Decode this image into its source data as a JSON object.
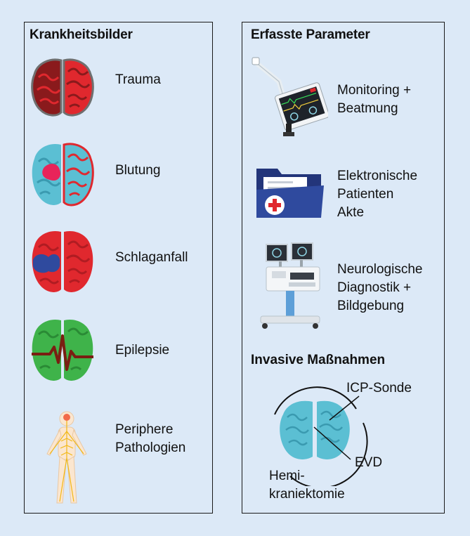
{
  "left_panel": {
    "title": "Krankheitsbilder",
    "items": [
      {
        "label": "Trauma",
        "icon": "brain-trauma-icon"
      },
      {
        "label": "Blutung",
        "icon": "brain-bleeding-icon"
      },
      {
        "label": "Schlaganfall",
        "icon": "brain-stroke-icon"
      },
      {
        "label": "Epilepsie",
        "icon": "brain-epilepsy-icon"
      },
      {
        "label_line1": "Periphere",
        "label_line2": "Pathologien",
        "icon": "nervous-system-icon"
      }
    ]
  },
  "right_panel": {
    "title": "Erfasste Parameter",
    "items": [
      {
        "label_line1": "Monitoring +",
        "label_line2": "Beatmung",
        "icon": "patient-monitor-icon"
      },
      {
        "label_line1": "Elektronische",
        "label_line2": "Patienten",
        "label_line3": "Akte",
        "icon": "medical-folder-icon"
      },
      {
        "label_line1": "Neurologische",
        "label_line2": "Diagnostik +",
        "label_line3": "Bildgebung",
        "icon": "diagnostic-cart-icon"
      }
    ],
    "invasive": {
      "title": "Invasive Maßnahmen",
      "icp": "ICP-Sonde",
      "evd": "EVD",
      "hemi_line1": "Hemi-",
      "hemi_line2": "kraniektomie"
    }
  },
  "colors": {
    "background": "#dce9f7",
    "brain_red": "#e0282e",
    "brain_cyan": "#5bbfd3",
    "brain_green": "#3fb34a",
    "folder_blue": "#2a3f8f"
  }
}
